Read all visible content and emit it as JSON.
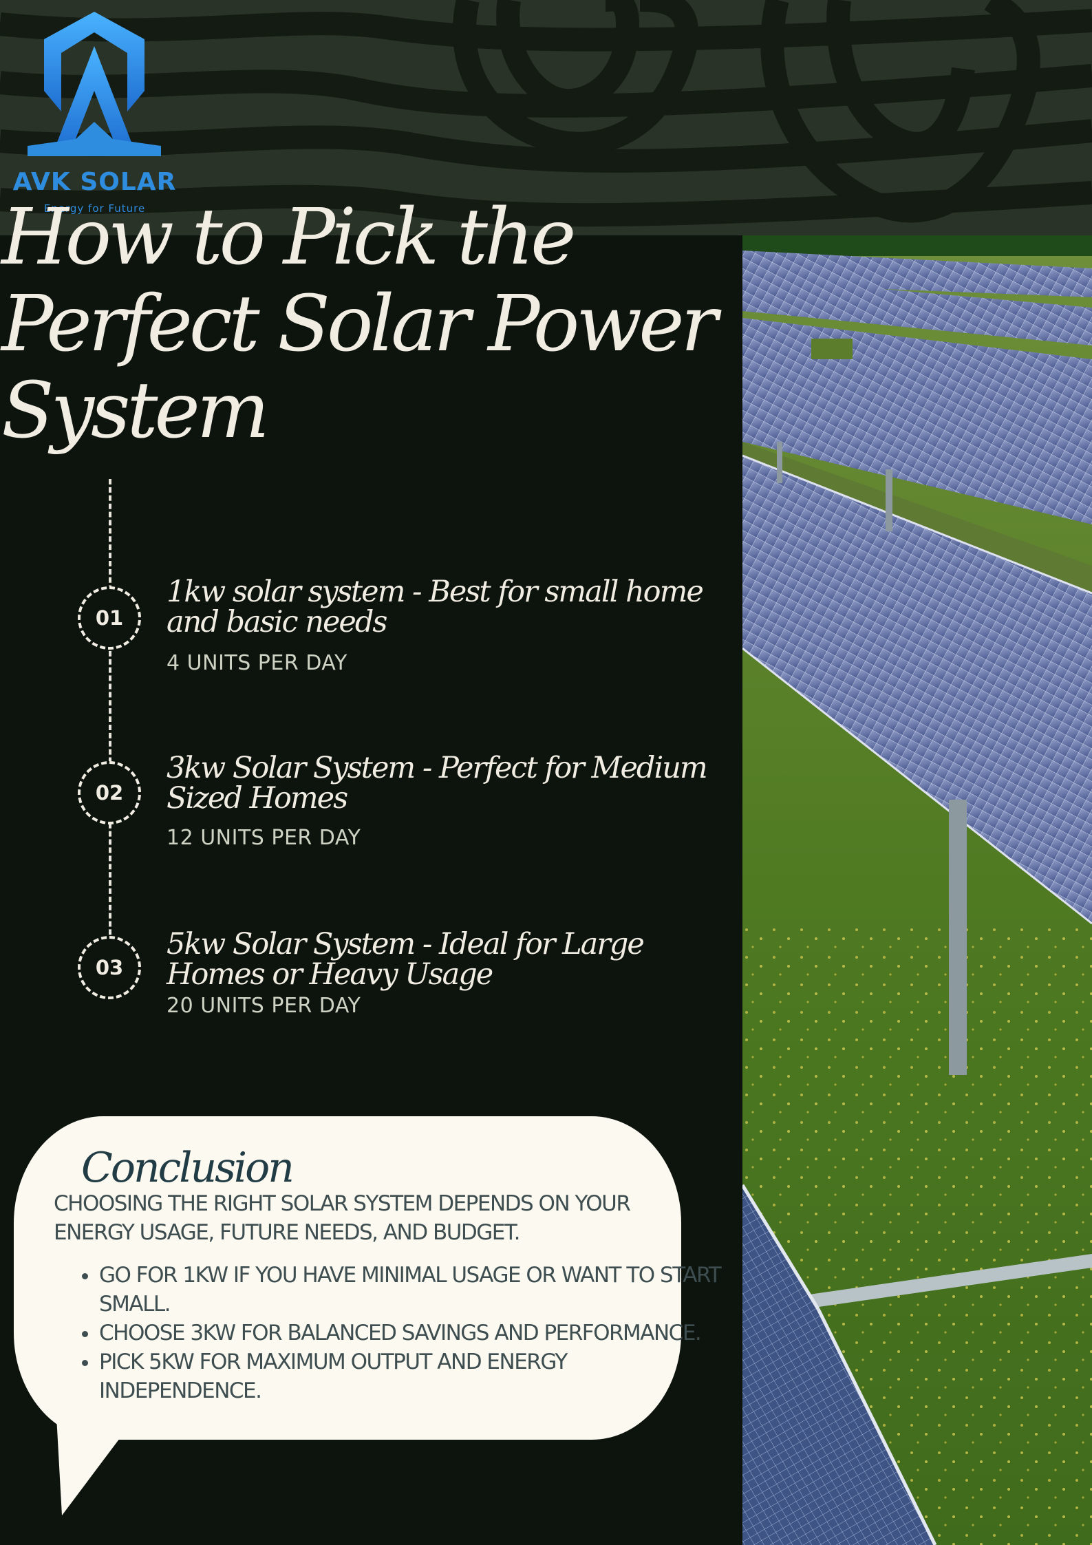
{
  "brand": {
    "name": "AVK SOLAR",
    "tagline": "Energy for Future"
  },
  "title": "How to Pick the Perfect Solar Power System",
  "steps": [
    {
      "number": "01",
      "title": "1kw solar system - Best for small home and basic needs",
      "detail": "4 UNITS PER DAY"
    },
    {
      "number": "02",
      "title": "3kw Solar System - Perfect for Medium Sized Homes",
      "detail": "12 UNITS PER DAY"
    },
    {
      "number": "03",
      "title": "5kw Solar System - Ideal for Large Homes or Heavy Usage",
      "detail": "20 UNITS PER DAY"
    }
  ],
  "conclusion": {
    "heading": "Conclusion",
    "intro": "CHOOSING THE RIGHT SOLAR SYSTEM DEPENDS ON YOUR ENERGY USAGE, FUTURE NEEDS, AND BUDGET.",
    "points": [
      "GO FOR 1KW IF YOU HAVE MINIMAL USAGE OR WANT TO START SMALL.",
      "CHOOSE 3KW FOR BALANCED SAVINGS AND PERFORMANCE.",
      "PICK 5KW FOR MAXIMUM OUTPUT AND ENERGY INDEPENDENCE."
    ]
  },
  "colors": {
    "background": "#0d140e",
    "band": "#2a3327",
    "band_stripe": "#141b13",
    "text_light": "#f1ede3",
    "logo_blue": "#2f8de0",
    "bubble": "#fbf9f0",
    "bubble_heading": "#223c46",
    "bubble_text": "#3e4e50",
    "grass": "#4f7a22",
    "panel": "#5b6a9c"
  }
}
